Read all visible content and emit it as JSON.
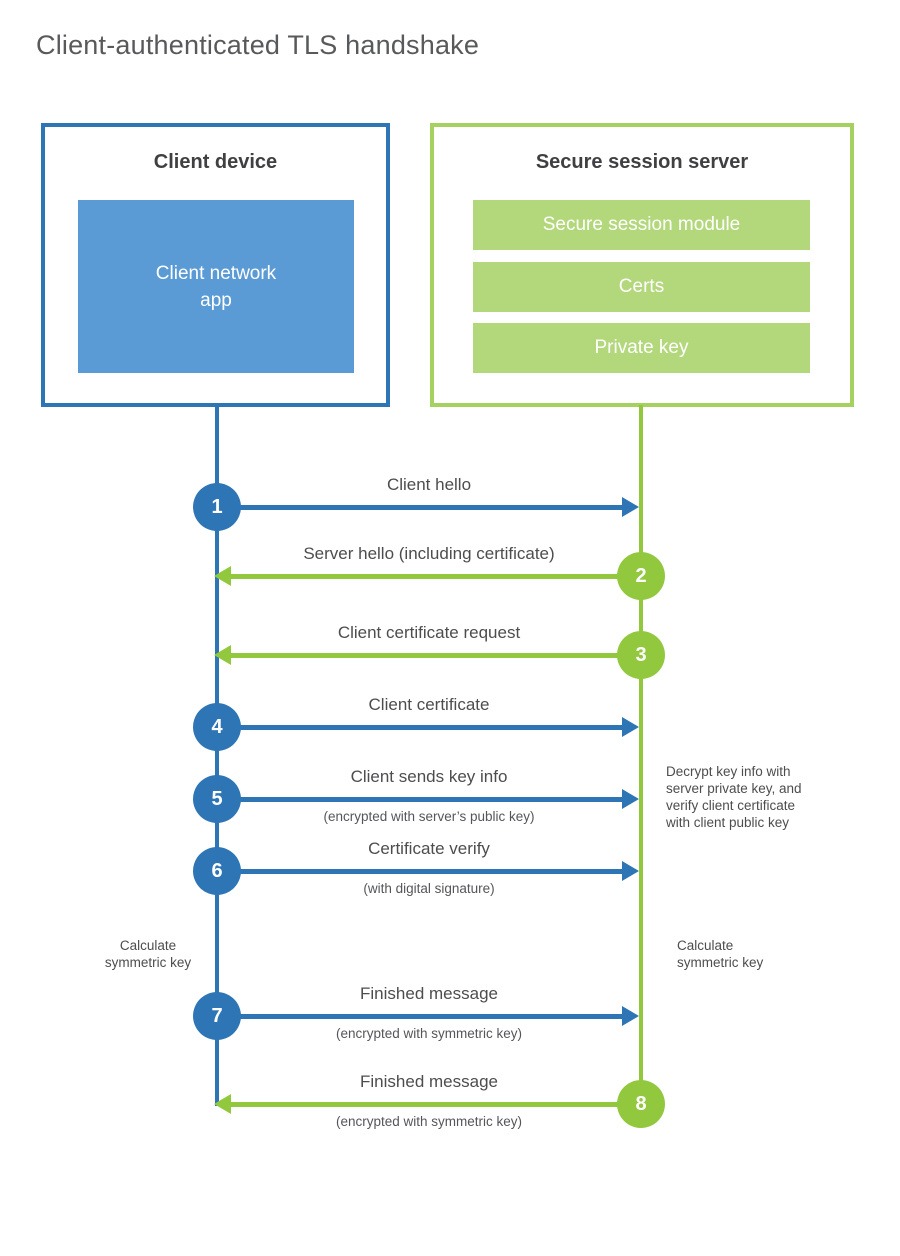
{
  "title": "Client-authenticated TLS handshake",
  "colors": {
    "blue_line": "#2e75b6",
    "blue_fill": "#5b9bd5",
    "green_line": "#92c83e",
    "green_fill": "#b3d87c",
    "green_border": "#a6d05f",
    "text_dark": "#4d4d4f"
  },
  "client": {
    "title": "Client device",
    "app_label": "Client network\napp"
  },
  "server": {
    "title": "Secure session server",
    "modules": [
      "Secure session module",
      "Certs",
      "Private key"
    ]
  },
  "steps": [
    {
      "num": "1",
      "label": "Client hello",
      "direction": "right"
    },
    {
      "num": "2",
      "label": "Server hello (including certificate)",
      "direction": "left"
    },
    {
      "num": "3",
      "label": "Client certificate request",
      "direction": "left"
    },
    {
      "num": "4",
      "label": "Client certificate",
      "direction": "right"
    },
    {
      "num": "5",
      "label": "Client sends key info",
      "sub": "(encrypted with server’s public key)",
      "direction": "right"
    },
    {
      "num": "6",
      "label": "Certificate verify",
      "sub": "(with digital signature)",
      "direction": "right"
    },
    {
      "num": "7",
      "label": "Finished message",
      "sub": "(encrypted with symmetric key)",
      "direction": "right"
    },
    {
      "num": "8",
      "label": "Finished message",
      "sub": "(encrypted with symmetric key)",
      "direction": "left"
    }
  ],
  "notes": {
    "decrypt": "Decrypt key info with server private key, and verify client certificate with client public key",
    "calc_left": "Calculate\nsymmetric key",
    "calc_right": "Calculate\nsymmetric key"
  }
}
